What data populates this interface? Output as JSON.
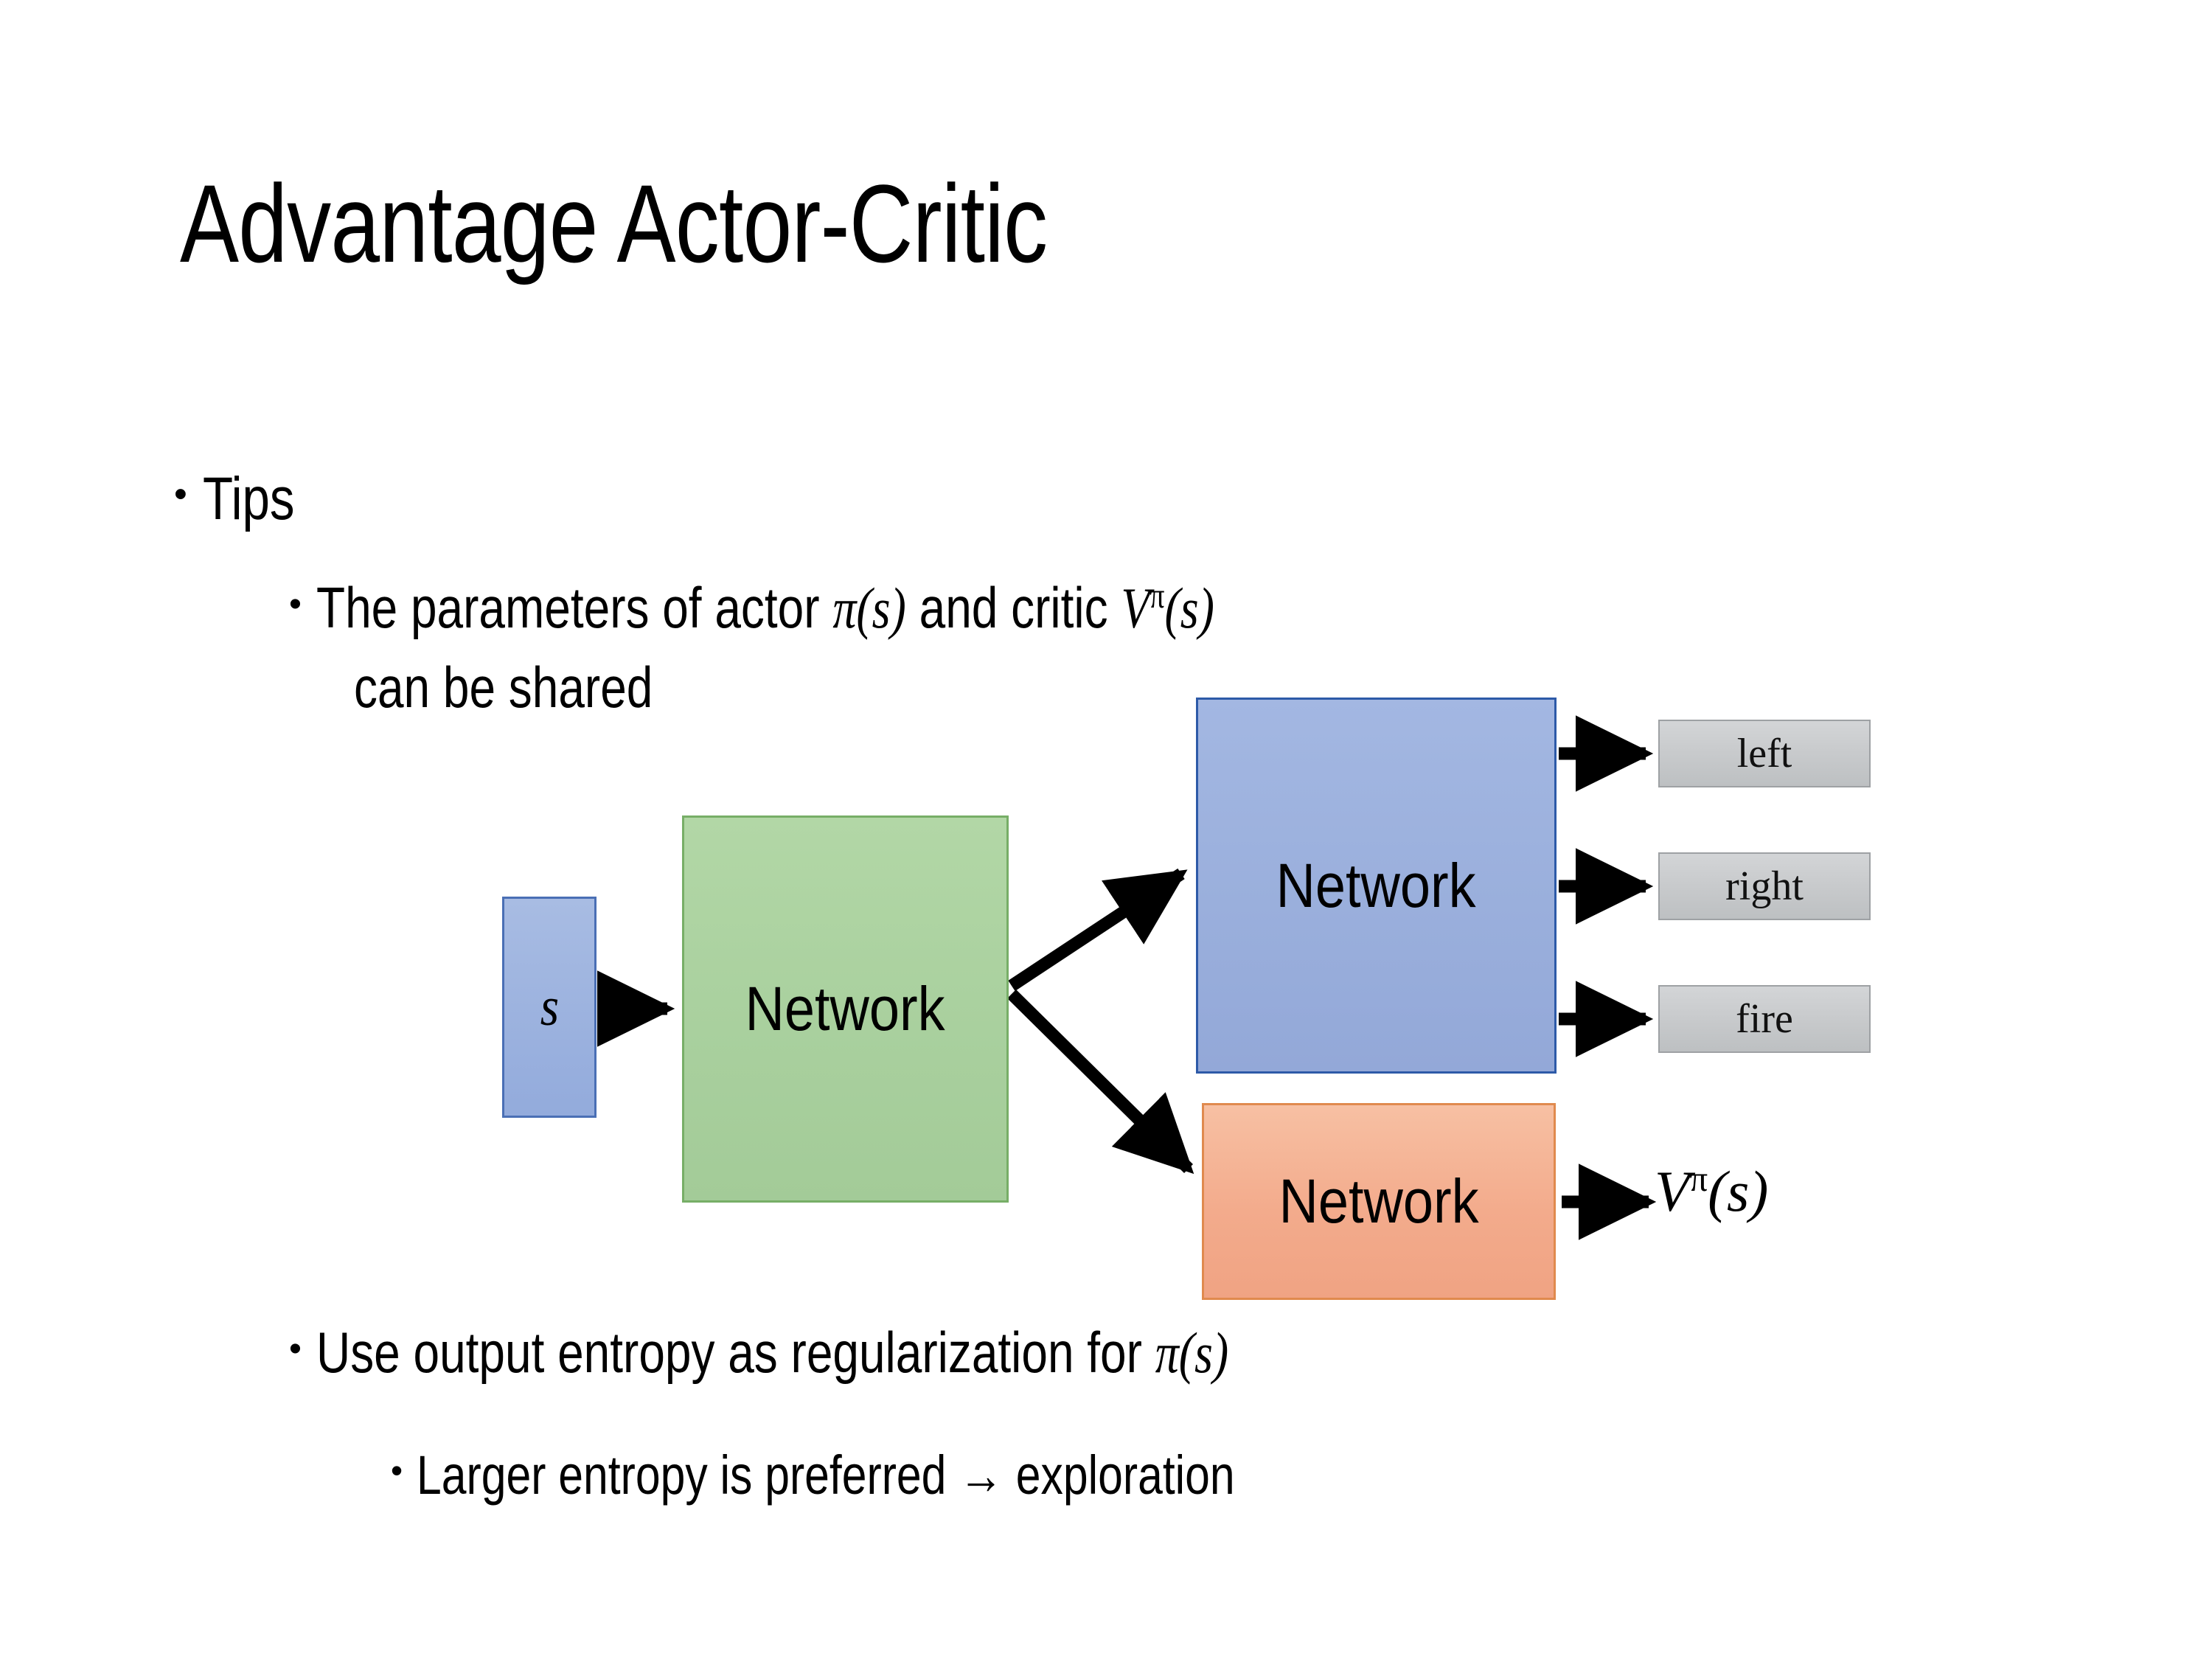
{
  "slide": {
    "title": "Advantage Actor-Critic",
    "background": "#ffffff"
  },
  "bullets": [
    {
      "level": 1,
      "marker": "•",
      "text": "Tips"
    },
    {
      "level": 2,
      "marker": "•",
      "text_parts": {
        "lead": "The parameters of actor ",
        "math_actor": "π(s)",
        "middle": "  and critic ",
        "math_critic_base": "V",
        "math_critic_sup": "π",
        "math_critic_arg": "(s)"
      },
      "line2": "can be shared"
    },
    {
      "level": 2,
      "marker": "•",
      "text_parts": {
        "lead": "Use output entropy as regularization for ",
        "math_actor": "π(s)"
      }
    },
    {
      "level": 3,
      "marker": "•",
      "text": "Larger entropy is preferred → exploration"
    }
  ],
  "diagram": {
    "input_box": {
      "label": "s",
      "fill": "#9db3df",
      "stroke": "#4a6fb5"
    },
    "shared_network": {
      "label": "Network",
      "fill": "#a9d09e",
      "stroke": "#77ae67"
    },
    "actor_network": {
      "label": "Network",
      "fill": "#9aafdc",
      "stroke": "#2d5aa8"
    },
    "critic_network": {
      "label": "Network",
      "fill": "#f3ab8c",
      "stroke": "#e08a4e"
    },
    "actions": [
      {
        "label": "left",
        "fill": "#c9cbcd",
        "stroke": "#9ea1a4"
      },
      {
        "label": "right",
        "fill": "#c9cbcd",
        "stroke": "#9ea1a4"
      },
      {
        "label": "fire",
        "fill": "#c9cbcd",
        "stroke": "#9ea1a4"
      }
    ],
    "value_output": {
      "base": "V",
      "sup": "π",
      "arg": "(s)"
    },
    "arrow_color": "#000000"
  }
}
